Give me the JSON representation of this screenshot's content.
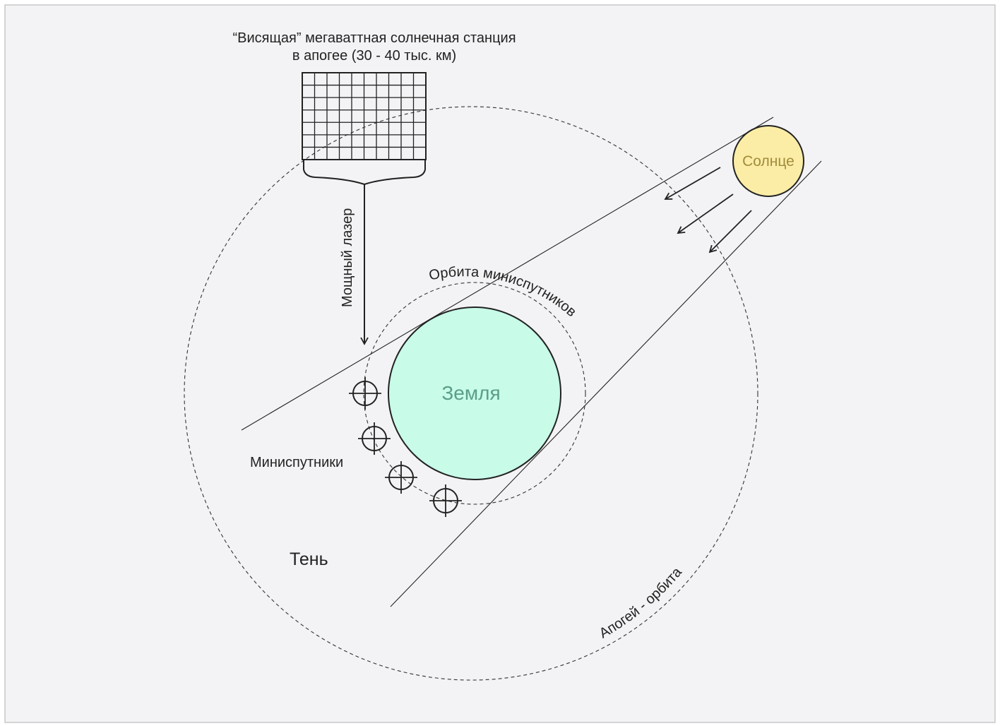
{
  "title": {
    "line1": "“Висящая” мегаваттная солнечная станция",
    "line2": "в апогее (30 - 40 тыс. км)"
  },
  "labels": {
    "laser": "Мощный лазер",
    "mini_orbit": "Орбита миниспутников",
    "earth": "Земля",
    "sun": "Солнце",
    "satellites": "Миниспутники",
    "shadow": "Тень",
    "apogee_orbit": "Апогей - орбита"
  },
  "colors": {
    "background": "#f3f3f5",
    "frame": "#c8c8c8",
    "earth_fill": "#c8fbe8",
    "earth_text": "#5a9e8a",
    "sun_fill": "#fbeda6",
    "sun_text": "#a08c3c",
    "line": "#222222"
  }
}
